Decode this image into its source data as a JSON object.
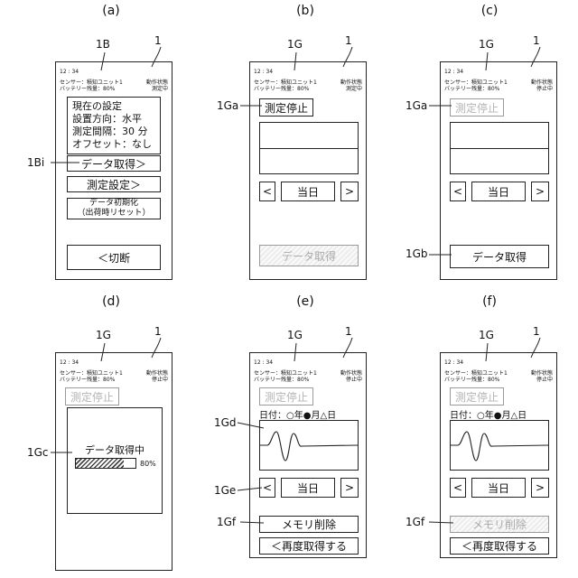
{
  "figure_labels": {
    "a": "(a)",
    "b": "(b)",
    "c": "(c)",
    "d": "(d)",
    "e": "(e)",
    "f": "(f)"
  },
  "callouts": {
    "1B": "1B",
    "1": "1",
    "1G": "1G",
    "1Bi": "1Bi",
    "1Ga": "1Ga",
    "1Gb": "1Gb",
    "1Gc": "1Gc",
    "1Gd": "1Gd",
    "1Ge": "1Ge",
    "1Gf": "1Gf"
  },
  "status": {
    "time": "12 : 34",
    "sensor": "センサー：積知ユニット1",
    "battery": "バッテリー残量：80%",
    "op_state_label": "動作状態",
    "measuring": "測定中",
    "stopped": "停止中"
  },
  "panel_a": {
    "settings_lines": [
      "現在の設定",
      "設置方向：水平",
      "測定間隔：30 分",
      "オフセット：なし"
    ],
    "get_data": "データ取得＞",
    "measure_settings": "測定設定＞",
    "init_line1": "データ初期化",
    "init_line2": "（出荷時リセット）",
    "disconnect": "＜切断"
  },
  "common": {
    "stop_measure": "測定停止",
    "prev": "<",
    "today": "当日",
    "next": ">",
    "get_data": "データ取得",
    "date_filter": "日付：○年●月△日",
    "delete_memory": "メモリ削除",
    "reacquire": "＜再度取得する"
  },
  "panel_d": {
    "acquiring": "データ取得中",
    "progress_value": 0.8,
    "progress_text": "80%"
  }
}
